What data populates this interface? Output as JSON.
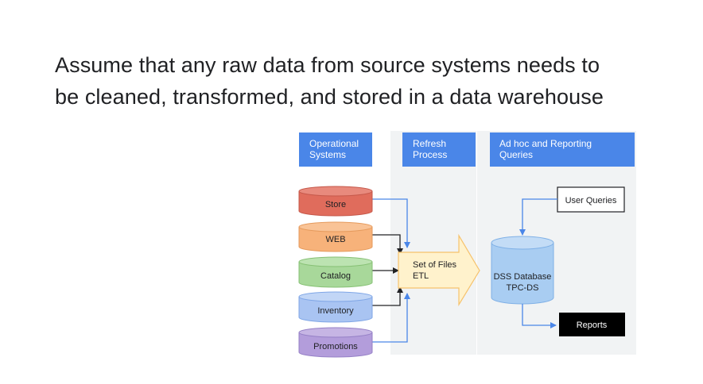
{
  "title": {
    "line1": "Assume that any raw data from source systems needs to",
    "line2": "be cleaned, transformed, and stored in a data warehouse"
  },
  "diagram": {
    "headers": [
      {
        "line1": "Operational",
        "line2": "Systems"
      },
      {
        "line1": "Refresh",
        "line2": "Process"
      },
      {
        "line1": "Ad hoc and Reporting",
        "line2": "Queries"
      }
    ],
    "sources": [
      "Store",
      "WEB",
      "Catalog",
      "Inventory",
      "Promotions"
    ],
    "etl": {
      "line1": "Set of Files",
      "line2": "ETL"
    },
    "database": {
      "line1": "DSS Database",
      "line2": "TPC-DS"
    },
    "user_queries": "User Queries",
    "reports": "Reports",
    "colors": {
      "header": "#4a86e8",
      "store": "#e06c5c",
      "web": "#f7b27a",
      "catalog": "#a8d89a",
      "inventory": "#a9c4f2",
      "promotions": "#b39ddb",
      "etl": "#fff2cc",
      "database": "#a9cdf2",
      "panel": "#f1f3f4"
    }
  }
}
